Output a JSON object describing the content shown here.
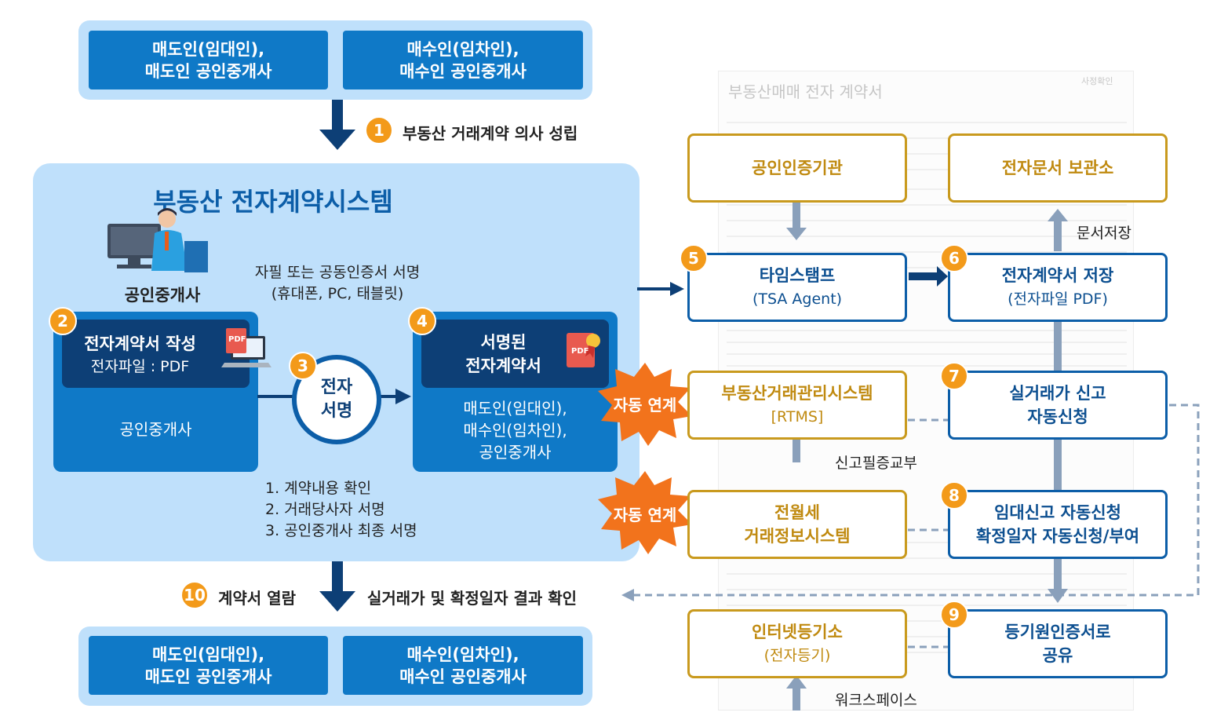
{
  "top_parties": {
    "seller": "매도인(임대인),\n매도인 공인중개사",
    "buyer": "매수인(임차인),\n매수인 공인중개사"
  },
  "step1": {
    "num": "1",
    "label": "부동산 거래계약 의사 성립"
  },
  "system": {
    "title": "부동산 전자계약시스템",
    "agent_label": "공인중개사",
    "sign_note": "자필 또는 공동인증서 서명\n(휴대폰, PC, 태블릿)"
  },
  "step2": {
    "num": "2",
    "title": "전자계약서 작성",
    "subtitle": "전자파일 : PDF",
    "body": "공인중개사",
    "pdf": "PDF"
  },
  "step3": {
    "num": "3",
    "label": "전자\n서명"
  },
  "step4": {
    "num": "4",
    "title": "서명된\n전자계약서",
    "body": "매도인(임대인),\n매수인(임차인),\n공인중개사",
    "pdf": "PDF"
  },
  "sign_steps": "1. 계약내용 확인\n2. 거래당사자 서명\n3. 공인중개사 최종 서명",
  "step10": {
    "num": "10",
    "label_left": "계약서 열람",
    "label_right": "실거래가 및 확정일자 결과 확인"
  },
  "bottom_parties": {
    "seller": "매도인(임대인),\n매도인 공인중개사",
    "buyer": "매수인(임차인),\n매수인 공인중개사"
  },
  "background_doc": {
    "title": "부동산매매 전자 계약서",
    "stamp": "사정확인"
  },
  "right": {
    "cert_authority": "공인인증기관",
    "doc_archive": "전자문서 보관소",
    "doc_save_label": "문서저장",
    "step5": {
      "num": "5",
      "title": "타임스탬프",
      "sub": "(TSA Agent)"
    },
    "step6": {
      "num": "6",
      "title": "전자계약서 저장",
      "sub": "(전자파일 PDF)"
    },
    "auto_link_1": "자동 연계",
    "rtms": {
      "title": "부동산거래관리시스템",
      "sub": "[RTMS]"
    },
    "step7": {
      "num": "7",
      "title": "실거래가 신고\n자동신청"
    },
    "report_cert": "신고필증교부",
    "auto_link_2": "자동 연계",
    "rent_system": "전월세\n거래정보시스템",
    "step8": {
      "num": "8",
      "title": "임대신고 자동신청\n확정일자 자동신청/부여"
    },
    "internet_registry": {
      "title": "인터넷등기소",
      "sub": "(전자등기)"
    },
    "step9": {
      "num": "9",
      "title": "등기원인증서로\n공유"
    },
    "workspace": "워크스페이스"
  },
  "colors": {
    "dark_blue": "#0d3f76",
    "mid_blue": "#0f79c7",
    "light_blue": "#bfe0fb",
    "orange": "#f39a1a",
    "gold": "#c99a1e",
    "burst": "#f2731c"
  }
}
